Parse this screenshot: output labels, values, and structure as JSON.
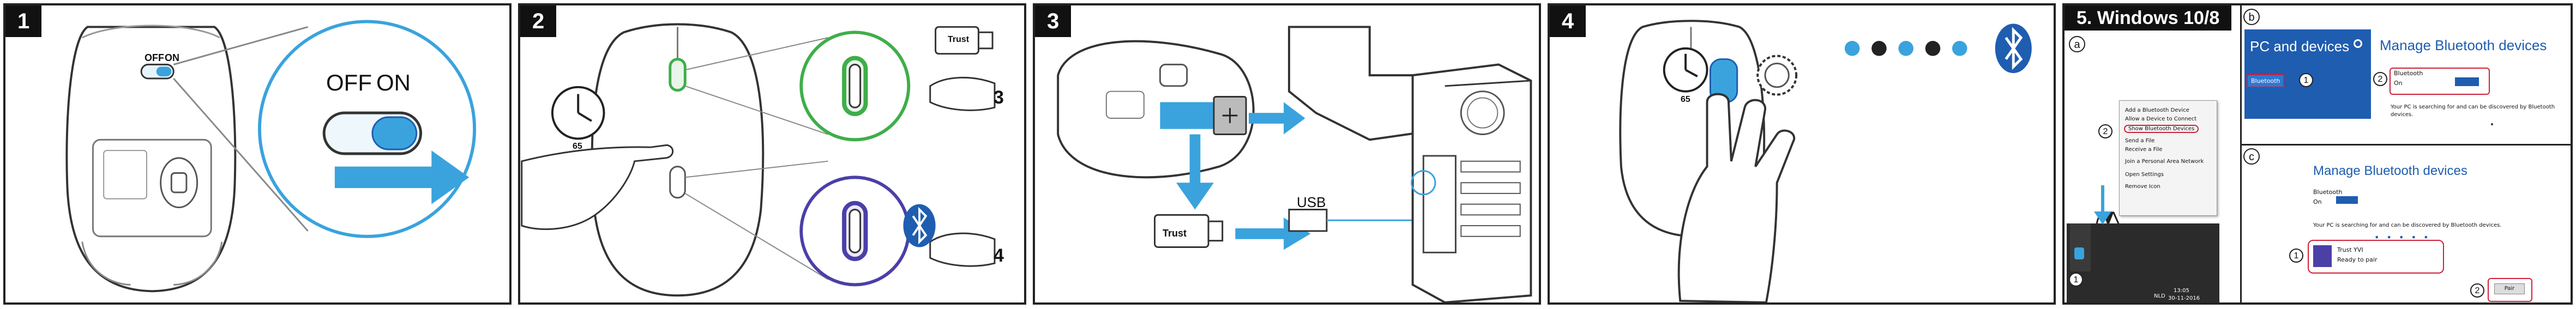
{
  "steps": [
    {
      "number": "1",
      "switch_off": "OFF",
      "switch_on": "ON",
      "small_switch_off": "OFF",
      "small_switch_on": "ON"
    },
    {
      "number": "2",
      "dial_value": "65",
      "step_three": "3",
      "step_four": "4",
      "dongle_label": "Trust"
    },
    {
      "number": "3",
      "usb_label": "USB",
      "dongle_label": "Trust"
    },
    {
      "number": "4",
      "dial_value": "65"
    }
  ],
  "windows": {
    "title": "5. Windows 10/8",
    "sub_a": "a",
    "sub_b": "b",
    "sub_c": "c",
    "context_menu": [
      "Add a Bluetooth Device",
      "Allow a Device to Connect",
      "Show Bluetooth Devices",
      "Send a File",
      "Receive a File",
      "Join a Personal Area Network",
      "Open Settings",
      "Remove Icon"
    ],
    "taskbar_time": "13:05",
    "taskbar_date": "30-11-2016",
    "taskbar_lang": "NLD",
    "callouts": {
      "one": "1",
      "two": "2"
    },
    "pc_devices_header": "PC and devices",
    "bluetooth_menu_item": "Bluetooth",
    "manage_title_b": "Manage Bluetooth devices",
    "bluetooth_label_b": "Bluetooth",
    "bluetooth_state_b": "On",
    "searching_text_b": "Your PC is searching for and can be discovered by Bluetooth devices.",
    "manage_title_c": "Manage Bluetooth devices",
    "bluetooth_label_c": "Bluetooth",
    "bluetooth_state_c": "On",
    "searching_text_c": "Your PC is searching for and can be discovered by Bluetooth devices.",
    "device_name": "Trust YVI",
    "device_status": "Ready to pair",
    "pair_button": "Pair"
  },
  "colors": {
    "accent_blue": "#1f5db0",
    "light_blue": "#3aa3dd",
    "green": "#3fae49",
    "purple": "#4b3fa8",
    "red": "#d0203a"
  }
}
